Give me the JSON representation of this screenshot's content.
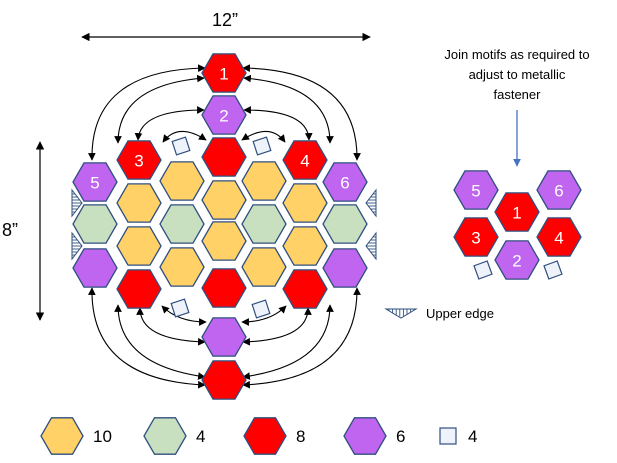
{
  "dimensions": {
    "width_label": "12”",
    "height_label": "8”"
  },
  "annotation": {
    "lines": [
      "Join motifs as required to",
      "adjust to metallic",
      "fastener"
    ]
  },
  "upper_edge_label": "Upper edge",
  "colors": {
    "yellow": "#FFD166",
    "green": "#C8E0C0",
    "red": "#FF0000",
    "purple": "#C065F0",
    "outline": "#2F4F7F",
    "square_fill": "#EEF2FA"
  },
  "numbered_motifs": [
    {
      "label": "1",
      "color": "red"
    },
    {
      "label": "2",
      "color": "purple"
    },
    {
      "label": "3",
      "color": "red"
    },
    {
      "label": "4",
      "color": "red"
    },
    {
      "label": "5",
      "color": "purple"
    },
    {
      "label": "6",
      "color": "purple"
    }
  ],
  "legend": [
    {
      "color": "yellow",
      "shape": "hexagon",
      "count": "10"
    },
    {
      "color": "green",
      "shape": "hexagon",
      "count": "4"
    },
    {
      "color": "red",
      "shape": "hexagon",
      "count": "8"
    },
    {
      "color": "purple",
      "shape": "hexagon",
      "count": "6"
    },
    {
      "color": "square",
      "shape": "square",
      "count": "4"
    }
  ]
}
